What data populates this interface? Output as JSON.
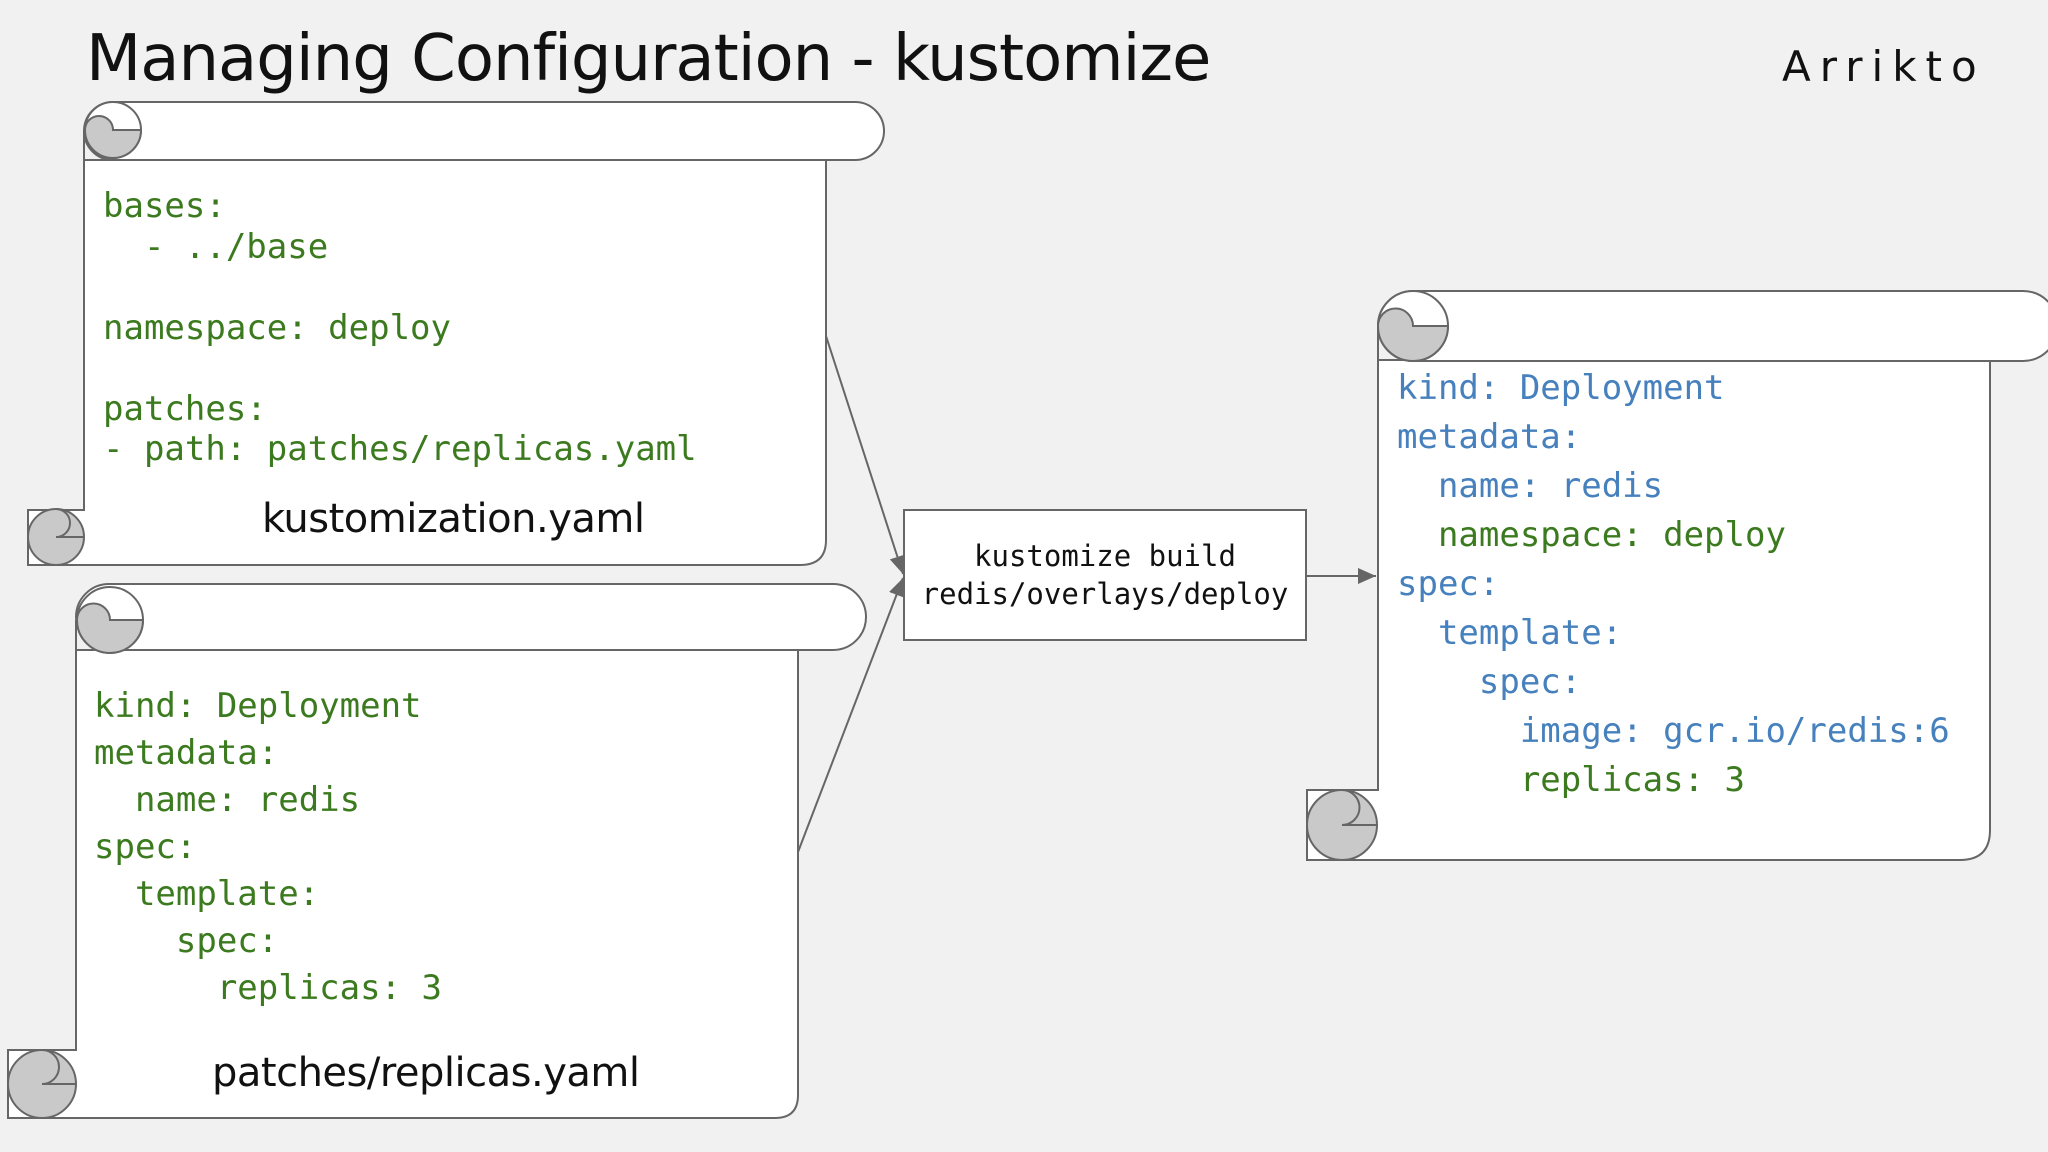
{
  "slide": {
    "title": "Managing Configuration - kustomize",
    "logo_text": "Arrikto"
  },
  "kustomization_scroll": {
    "code": "bases:\n  - ../base\n\nnamespace: deploy\n\npatches:\n- path: patches/replicas.yaml",
    "caption": "kustomization.yaml",
    "code_color": "#3b7a1e"
  },
  "patch_scroll": {
    "code": "kind: Deployment\nmetadata:\n  name: redis\nspec:\n  template:\n    spec:\n      replicas: 3",
    "caption": "patches/replicas.yaml",
    "code_color": "#3b7a1e"
  },
  "build_command": {
    "line1": "kustomize build",
    "line2": "redis/overlays/deploy"
  },
  "output_scroll": {
    "code_blue_before": "kind: Deployment\nmetadata:\n  name: redis\n",
    "code_green_namespace": "  namespace: deploy\n",
    "code_blue_after": "spec:\n  template:\n    spec:\n      image: gcr.io/redis:6\n",
    "code_green_replicas": "      replicas: 3",
    "blue_color": "#4680bd",
    "green_color": "#3b7a1e"
  },
  "colors": {
    "background": "#f2f1f2",
    "scroll_fill": "#ffffff",
    "scroll_curl": "#c9c9c9",
    "outline": "#666666"
  }
}
